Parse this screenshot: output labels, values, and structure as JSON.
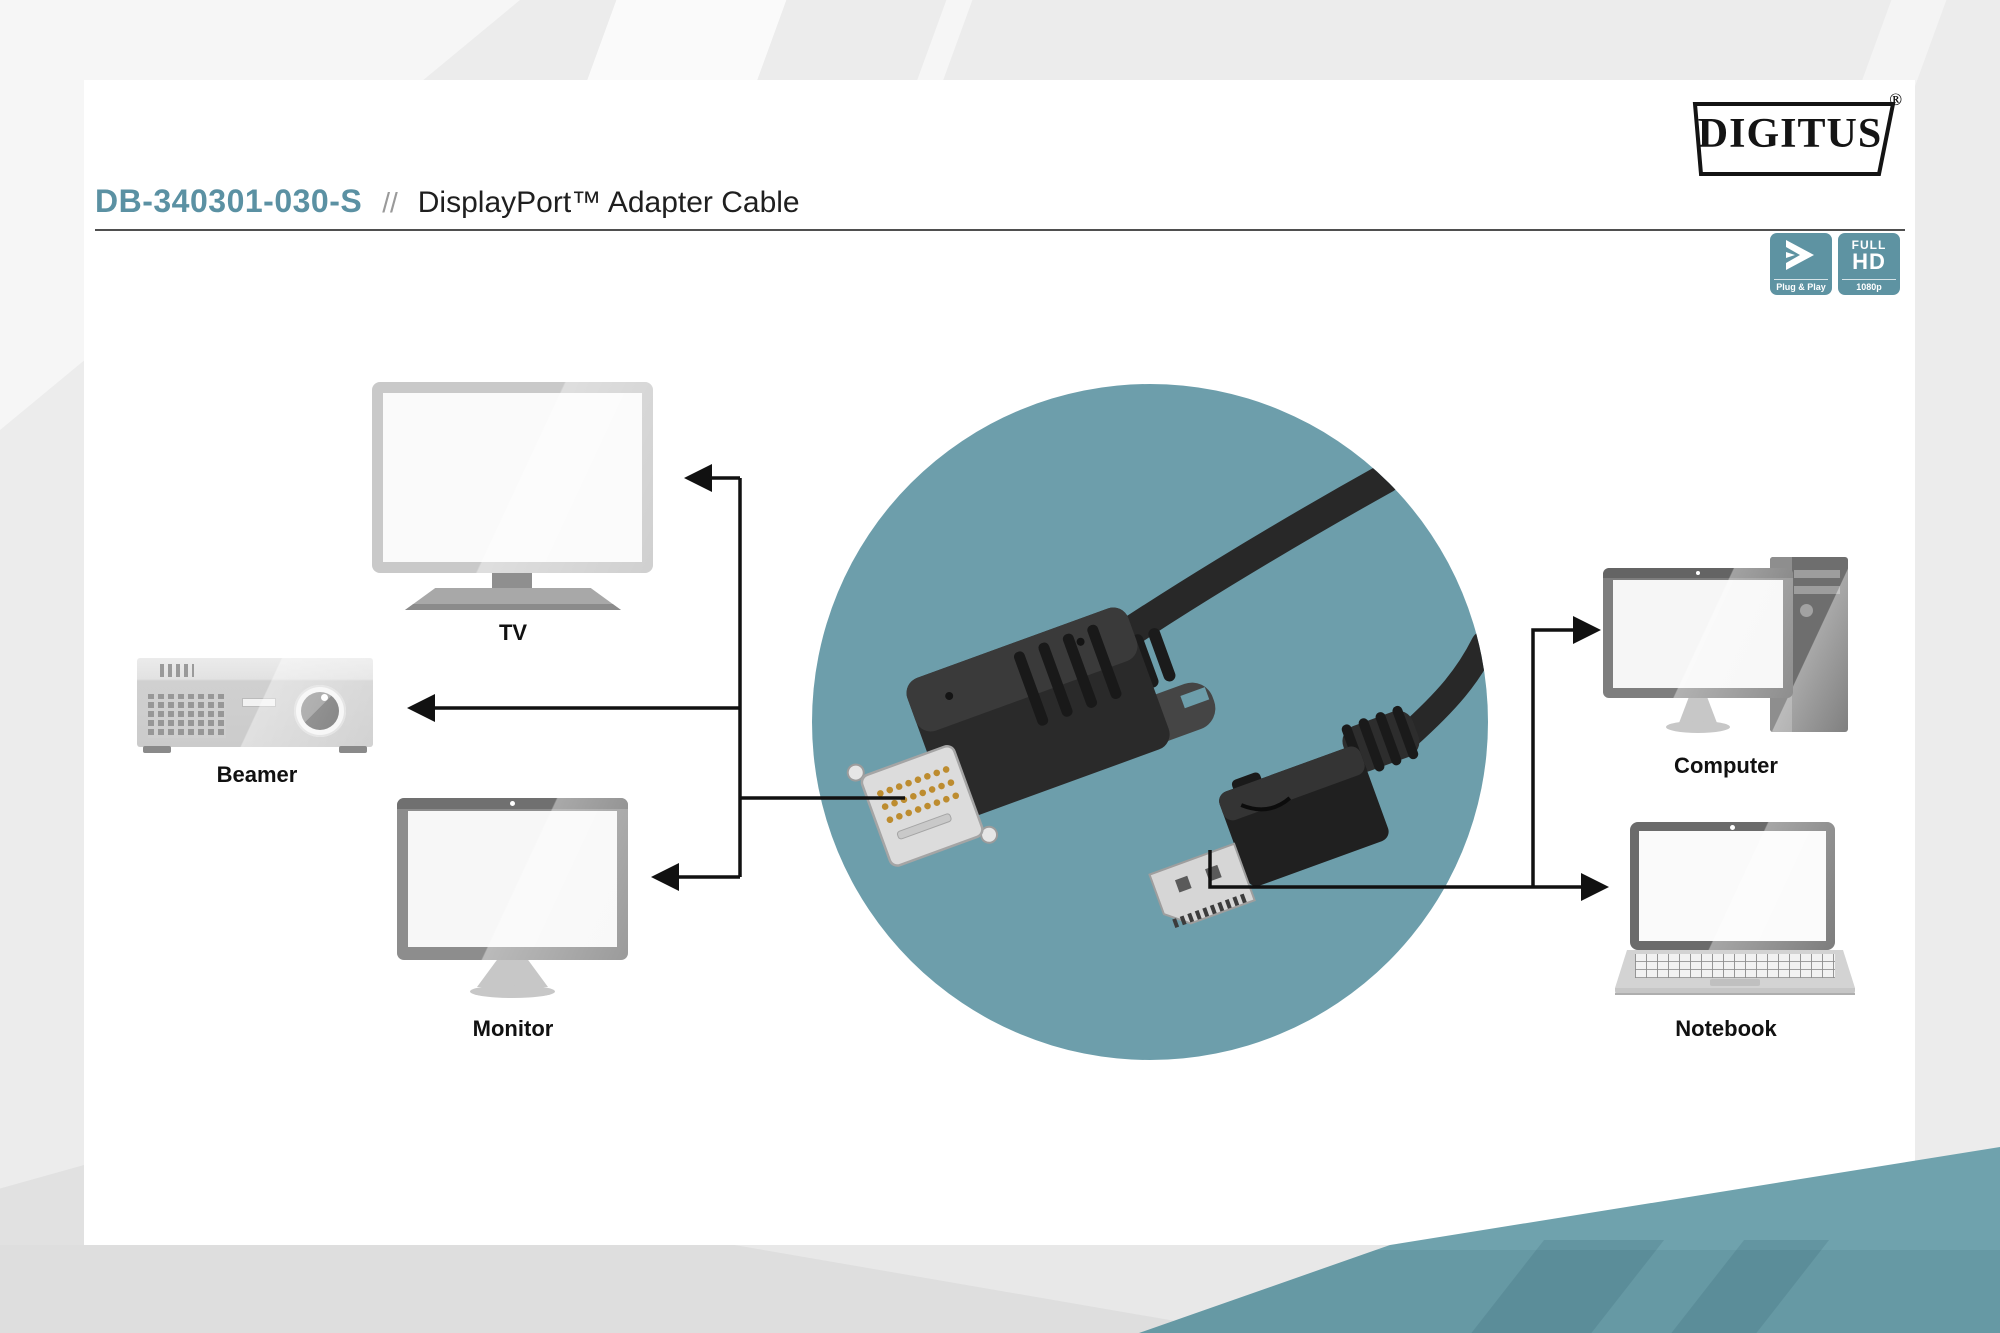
{
  "brand": {
    "logo_text": "DIGITUS",
    "registered_mark": "®"
  },
  "header": {
    "product_code": "DB-340301-030-S",
    "separator": "//",
    "product_name": "DisplayPort™ Adapter Cable"
  },
  "badges": {
    "plug_play": {
      "label": "Plug & Play",
      "icon": "plug-and-play-arrow-icon"
    },
    "full_hd": {
      "top": "FULL",
      "mid": "HD",
      "bottom": "1080p"
    }
  },
  "diagram": {
    "center_subject": "DisplayPort to DVI adapter cable photo",
    "outputs": [
      {
        "id": "tv",
        "label": "TV"
      },
      {
        "id": "beamer",
        "label": "Beamer"
      },
      {
        "id": "monitor",
        "label": "Monitor"
      }
    ],
    "inputs": [
      {
        "id": "computer",
        "label": "Computer"
      },
      {
        "id": "notebook",
        "label": "Notebook"
      }
    ]
  },
  "colors": {
    "accent_teal": "#5B91A3",
    "badge_teal": "#5E93A2",
    "circle_teal": "#6D9EAB",
    "wedge_teal": "#6FA2AD",
    "card_white": "#FFFFFF",
    "page_gray": "#ECECEC"
  }
}
